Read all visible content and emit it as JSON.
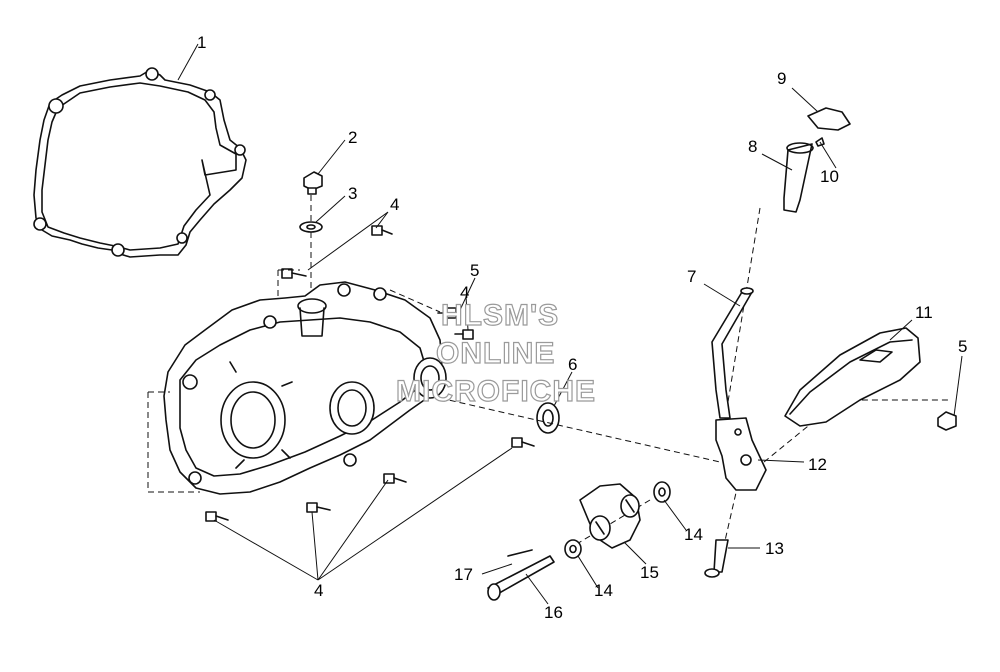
{
  "callouts": {
    "c1": "1",
    "c2": "2",
    "c3": "3",
    "c4a": "4",
    "c4b": "4",
    "c4c": "4",
    "c5a": "5",
    "c5b": "5",
    "c6": "6",
    "c7": "7",
    "c8": "8",
    "c9": "9",
    "c10": "10",
    "c11": "11",
    "c12": "12",
    "c13": "13",
    "c14a": "14",
    "c14b": "14",
    "c15": "15",
    "c16": "16",
    "c17": "17"
  },
  "watermark": {
    "line1": "HLSM'S",
    "line2": "ONLINE",
    "line3": "MICROFICHE"
  }
}
